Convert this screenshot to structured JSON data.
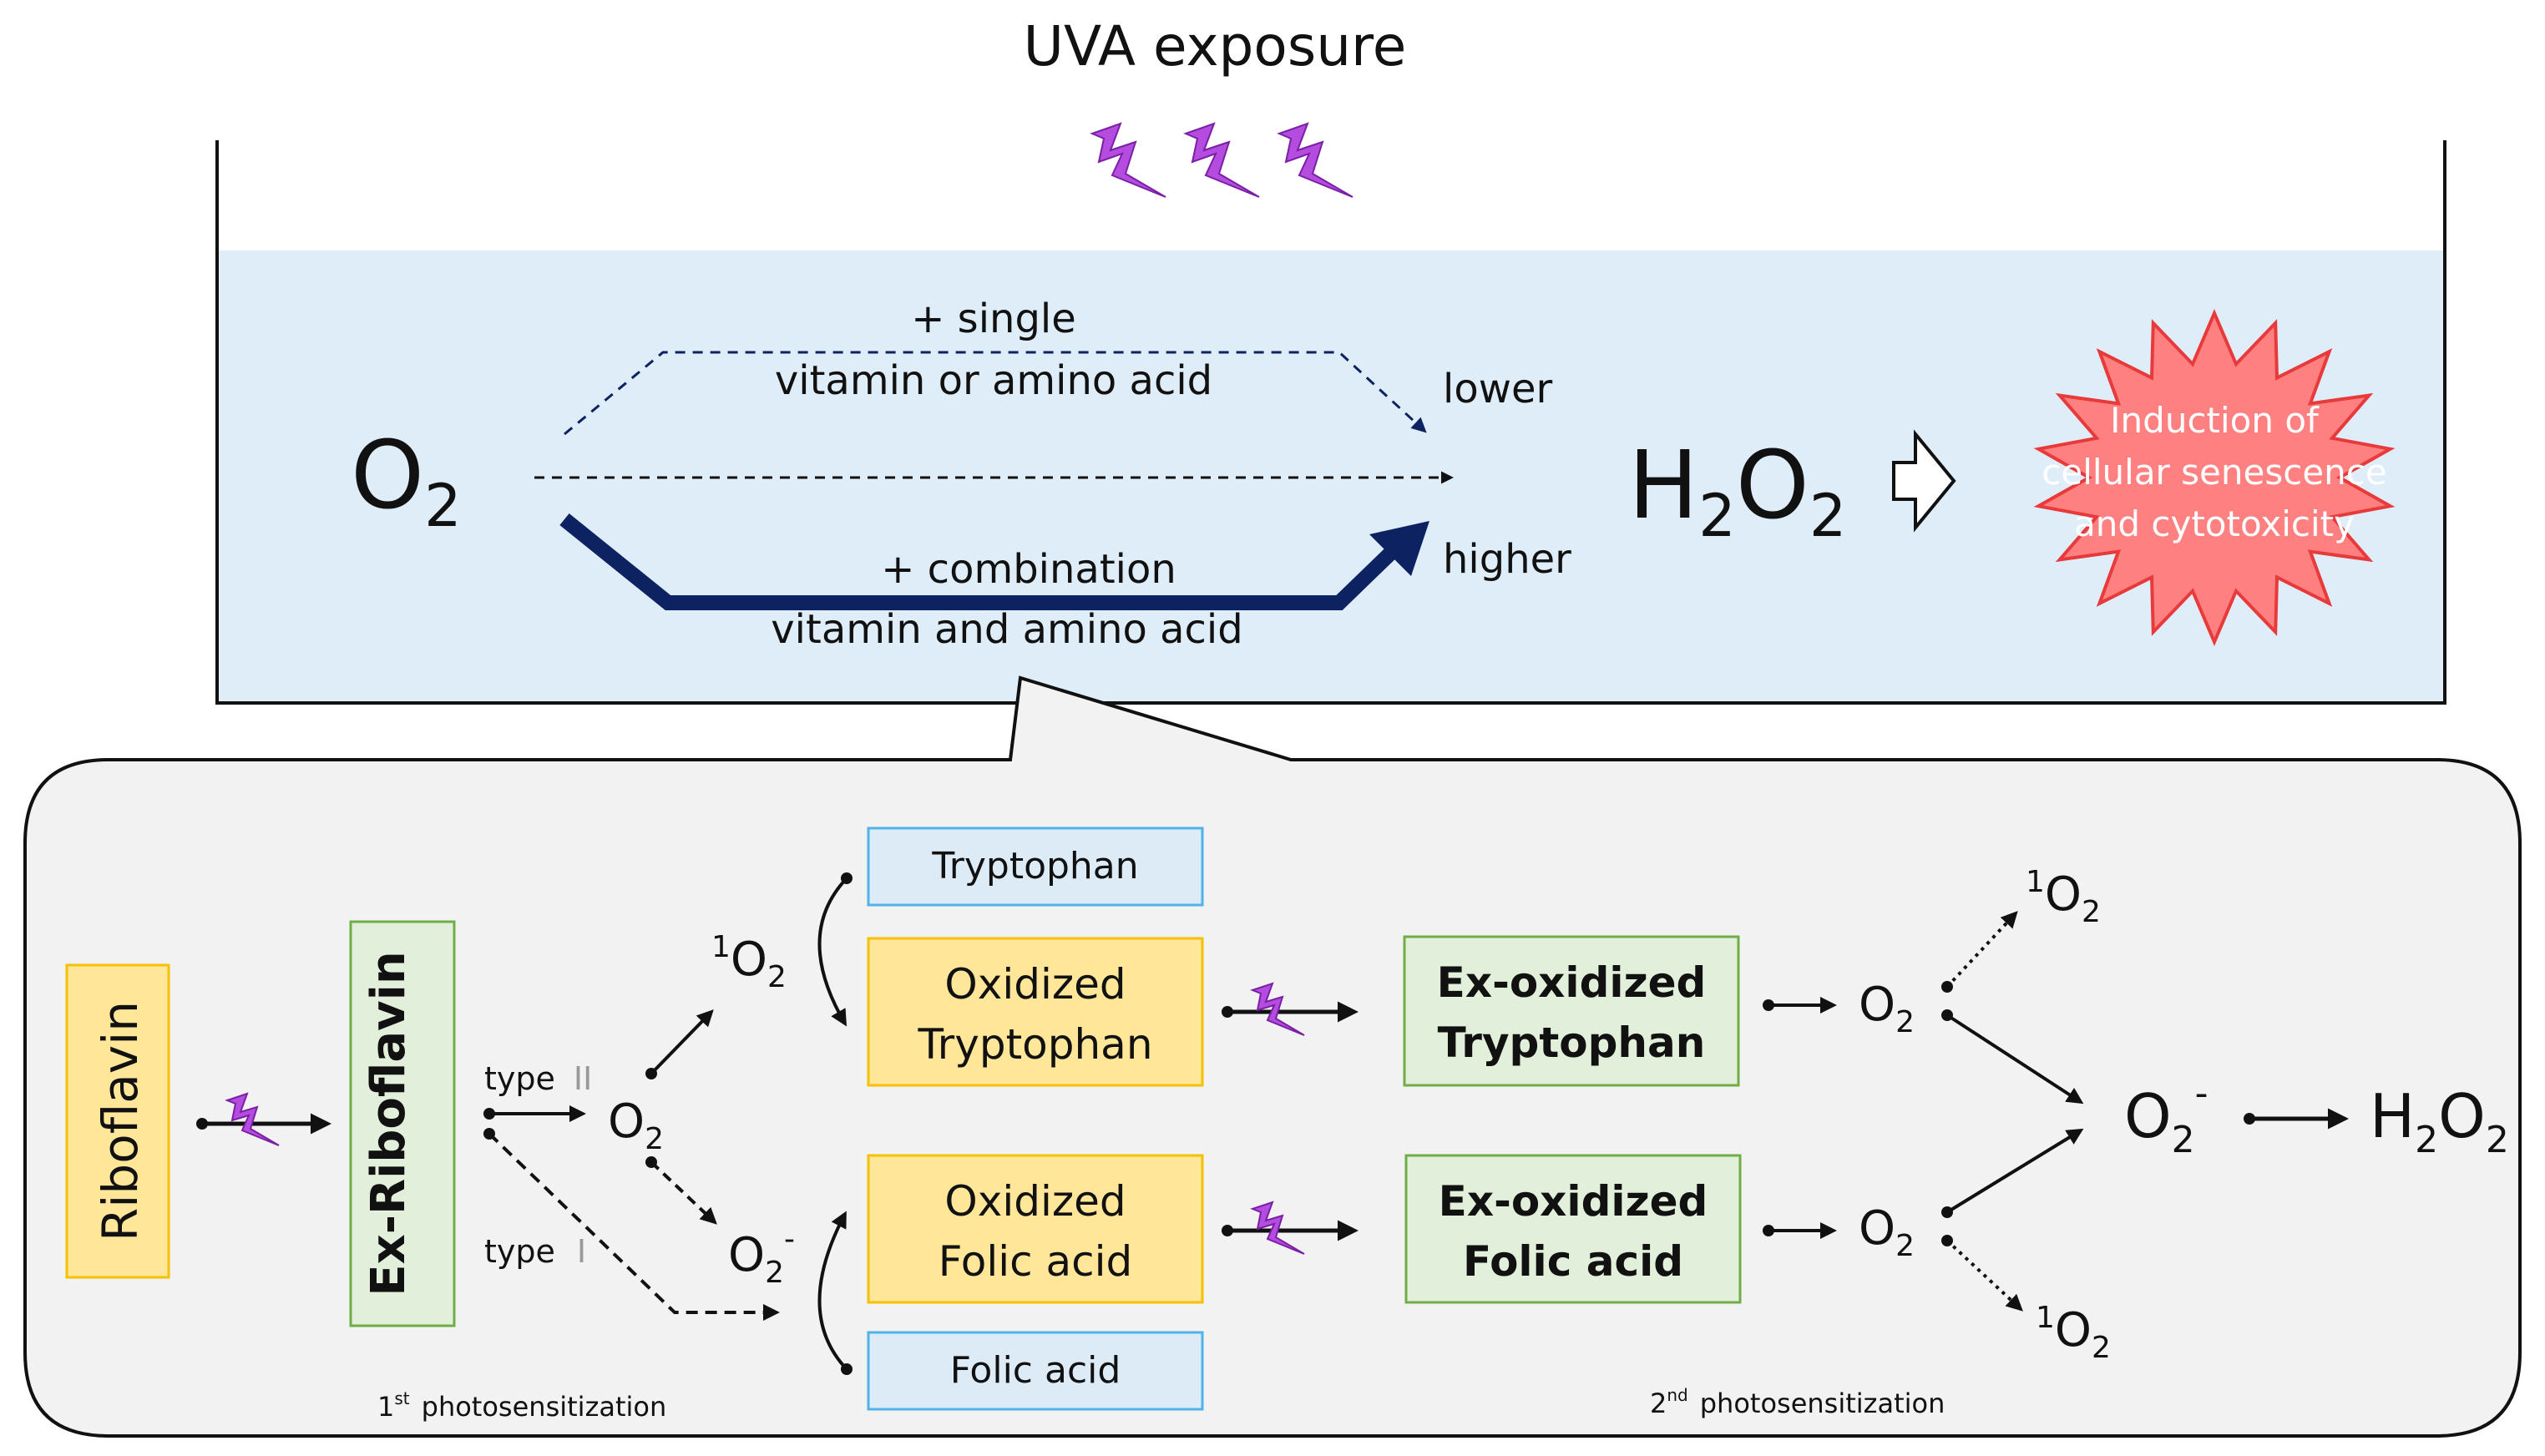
{
  "header": {
    "title": "UVA exposure"
  },
  "upper_panel": {
    "o2_base": "O",
    "o2_sub": "2",
    "single_line1": "+ single",
    "single_line2": "vitamin or amino acid",
    "combo_line1": "+ combination",
    "combo_line2": "vitamin and amino acid",
    "lower_label": "lower",
    "higher_label": "higher",
    "h2o2_h": "H",
    "h2o2_sub1": "2",
    "h2o2_o": "O",
    "h2o2_sub2": "2",
    "star_line1": "Induction of",
    "star_line2": "cellular senescence",
    "star_line3": "and cytotoxicity"
  },
  "lower_panel": {
    "riboflavin": "Riboflavin",
    "ex_riboflavin": "Ex-Riboflavin",
    "type2_word": "type",
    "type2_numeral": "II",
    "type1_word": "type",
    "type1_numeral": "I",
    "first_photo_num": "1",
    "first_photo_sup": "st",
    "first_photo_label": "photosensitization",
    "second_photo_num": "2",
    "second_photo_sup": "nd",
    "second_photo_label": "photosensitization",
    "tryptophan": "Tryptophan",
    "oxidized_trp_line1": "Oxidized",
    "oxidized_trp_line2": "Tryptophan",
    "oxidized_fa_line1": "Oxidized",
    "oxidized_fa_line2": "Folic acid",
    "folic_acid": "Folic acid",
    "ex_ox_trp_line1": "Ex-oxidized",
    "ex_ox_trp_line2": "Tryptophan",
    "ex_ox_fa_line1": "Ex-oxidized",
    "ex_ox_fa_line2": "Folic acid",
    "singlet_sup": "1",
    "oxygen_o": "O",
    "oxygen_sub": "2",
    "superoxide_charge": "-",
    "h2o2_h": "H",
    "h2o2_o": "O"
  },
  "colors": {
    "water_blue": "#deedf8",
    "panel_gray": "#f2f2f2",
    "yellow_box": "#ffe699",
    "yellow_border": "#f5c000",
    "blue_box": "#ddebf7",
    "blue_border": "#4fb3e8",
    "green_box": "#e2efda",
    "green_border": "#70ad47",
    "navy_arrow": "#0d2261",
    "star_fill": "#ff8080",
    "star_stroke": "#e83a3a",
    "lightning": "#b44ce0"
  }
}
